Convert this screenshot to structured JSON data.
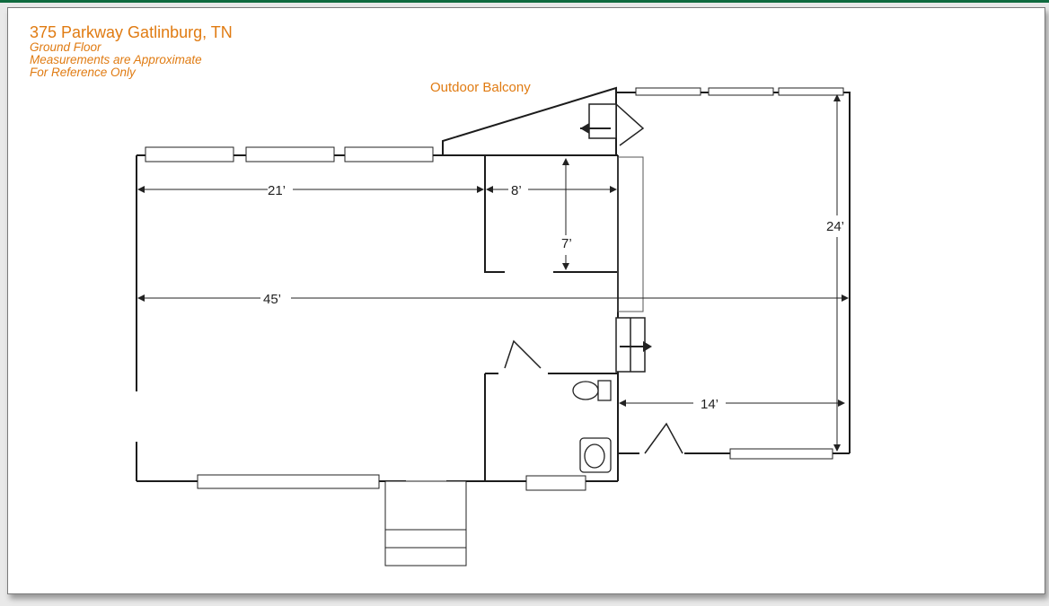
{
  "header": {
    "address": "375 Parkway Gatlinburg, TN",
    "floor": "Ground Floor",
    "note1": "Measurements are Approximate",
    "note2": "For Reference Only"
  },
  "plan": {
    "balcony_label": "Outdoor Balcony",
    "dim_21": "21’",
    "dim_8": "8’",
    "dim_7": "7’",
    "dim_45": "45’",
    "dim_24": "24’",
    "dim_14": "14’"
  },
  "colors": {
    "accent": "#e07b12",
    "rule": "#0f6a3e"
  }
}
